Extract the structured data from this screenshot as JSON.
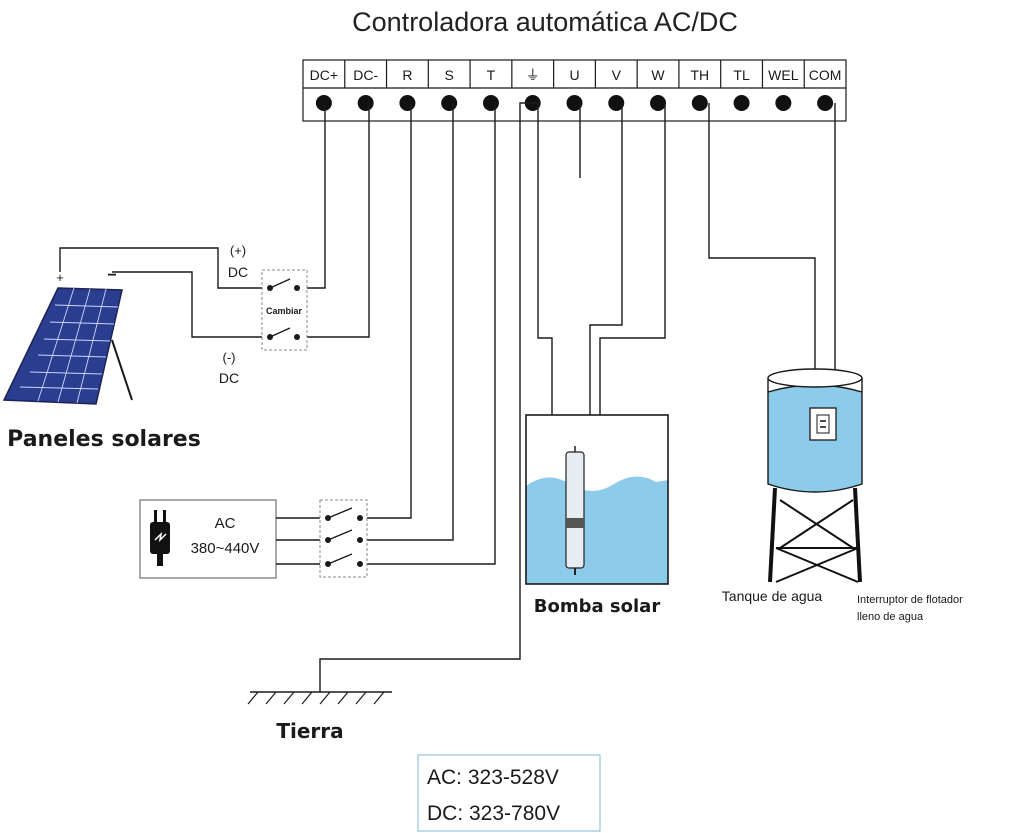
{
  "title": "Controladora automática AC/DC",
  "terminals": [
    "DC+",
    "DC-",
    "R",
    "S",
    "T",
    "⏚",
    "U",
    "V",
    "W",
    "TH",
    "TL",
    "WEL",
    "COM"
  ],
  "solar": {
    "plus": "+",
    "minus": "−",
    "pos_top": "(+)",
    "pos_bottom": "DC",
    "neg_top": "(-)",
    "neg_bottom": "DC",
    "label": "Paneles solares"
  },
  "dc_switch_label": "Cambiar",
  "ac_source": {
    "line1": "AC",
    "line2": "380~440V"
  },
  "pump_label": "Bomba solar",
  "tank": {
    "label": "Tanque de agua",
    "float_line1": "Interruptor de flotador",
    "float_line2": "lleno de agua"
  },
  "ground_label": "Tierra",
  "voltage_box": {
    "ac": "AC: 323-528V",
    "dc": "DC: 323-780V"
  },
  "colors": {
    "water": "#8ccbea",
    "line": "#1a1a1a",
    "box_border": "#7fb8d6"
  }
}
